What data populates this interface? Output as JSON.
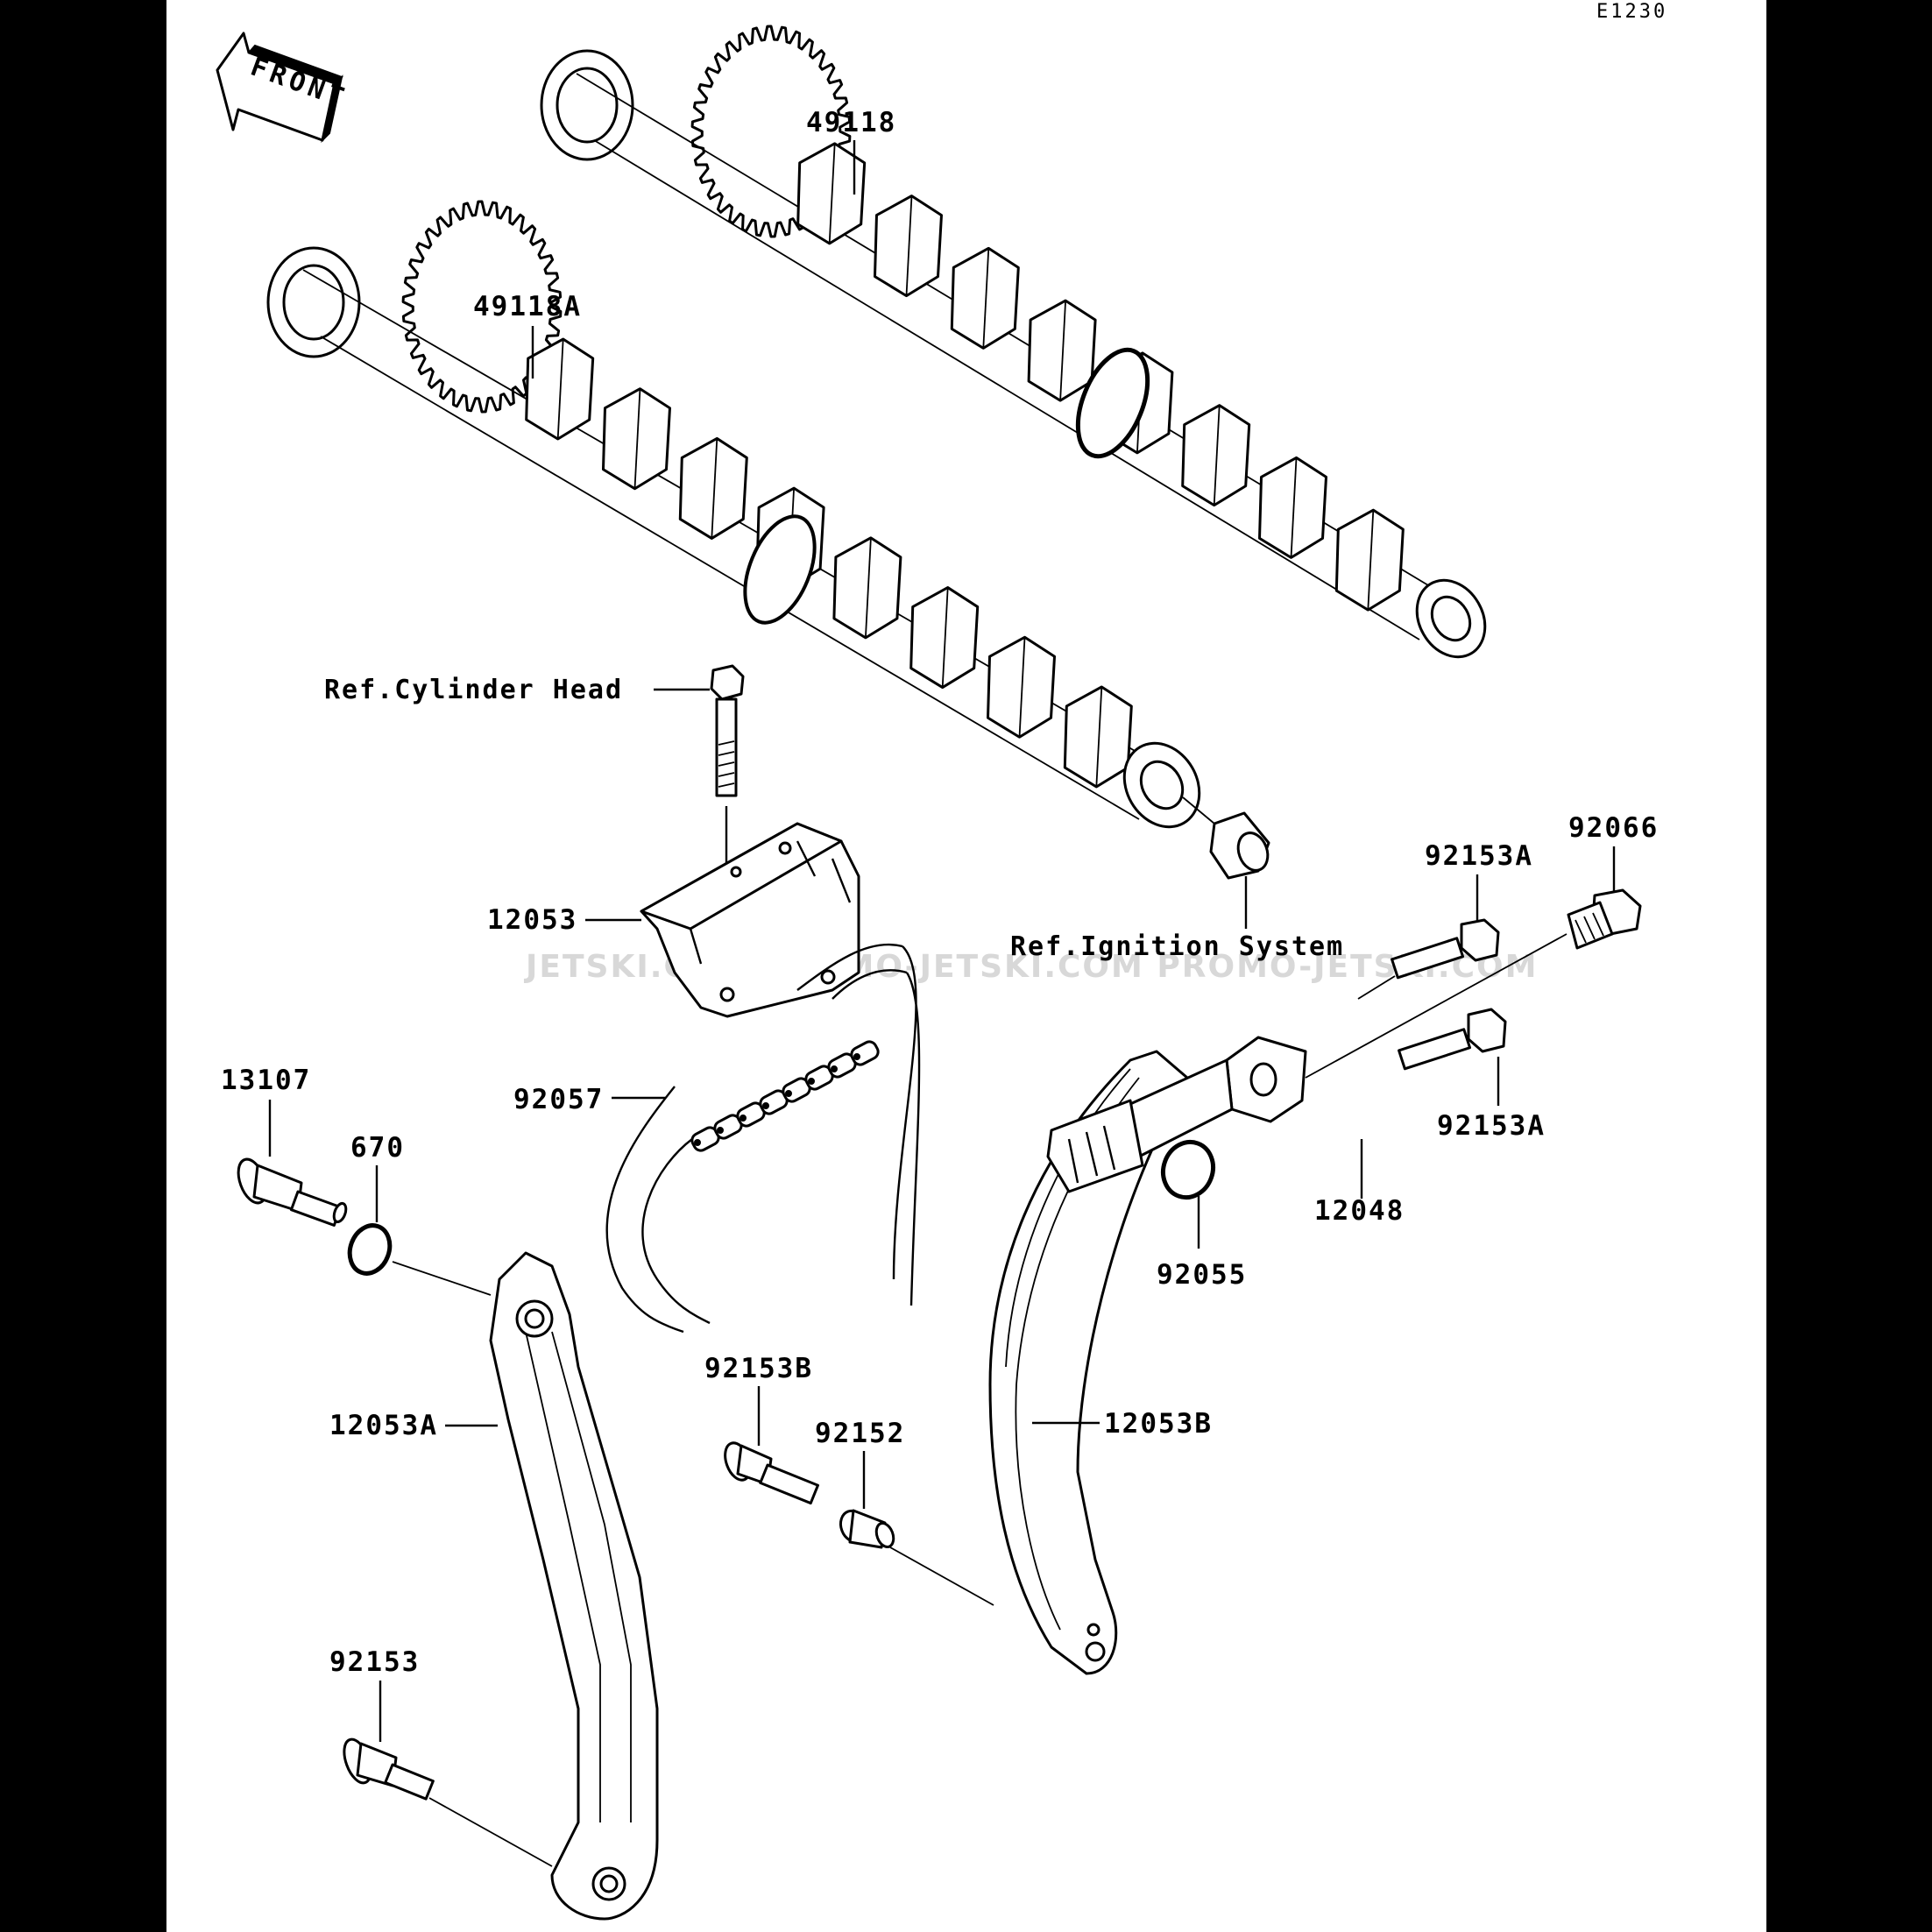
{
  "diagram_code": "E1230",
  "front_label": "FRONT",
  "watermark": "JETSKI.COM  PROMO-JETSKI.COM  PROMO-JETSKI.COM",
  "references": {
    "cylinder_head": "Ref.Cylinder Head",
    "ignition_system": "Ref.Ignition System"
  },
  "parts": {
    "camshaft_exhaust": "49118",
    "camshaft_intake": "49118A",
    "chain_guide_top": "12053",
    "chain_guide_tensioner": "12053A",
    "chain_guide_front": "12053B",
    "cam_chain": "92057",
    "tensioner": "12048",
    "tensioner_bolt_upper": "92153A",
    "tensioner_bolt_lower": "92153A",
    "tensioner_cap_bolt": "92066",
    "oring_tensioner": "92055",
    "pivot_bolt": "13107",
    "oring_pivot": "670",
    "guide_bolt_b": "92153B",
    "collar": "92152",
    "guide_bolt": "92153"
  }
}
